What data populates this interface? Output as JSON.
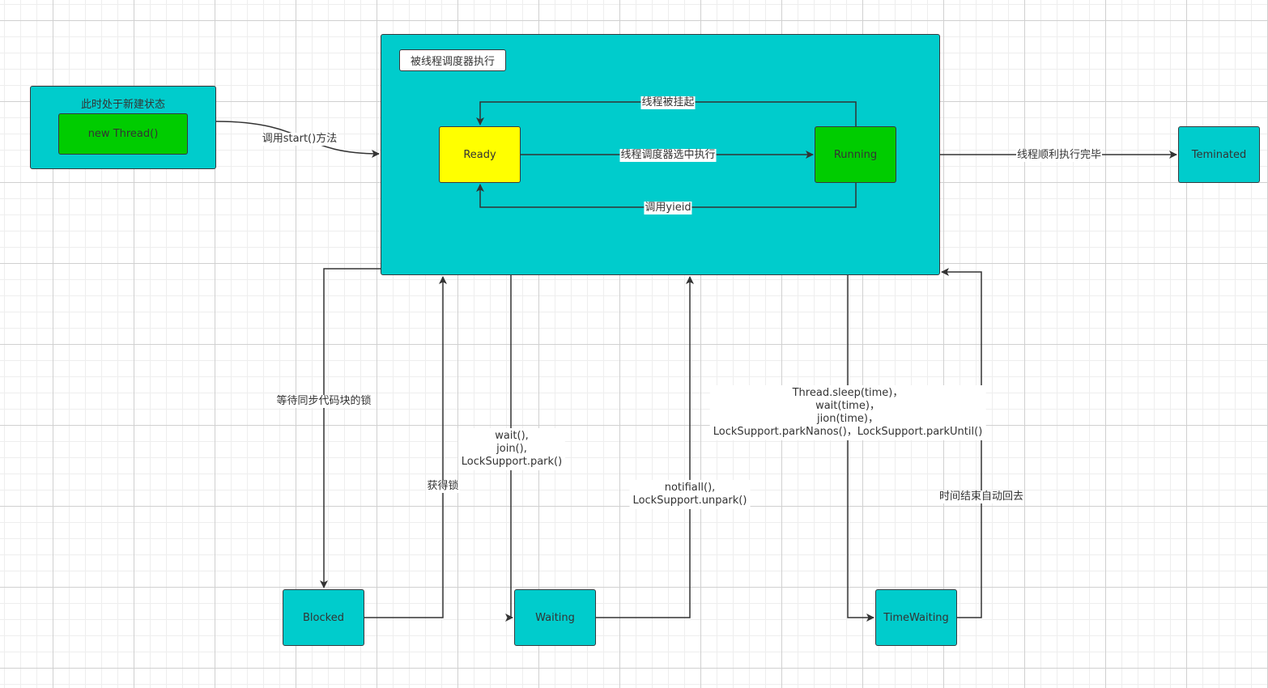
{
  "nodes": {
    "new_state_caption": "此时处于新建状态",
    "new_thread": "new Thread()",
    "scheduler_title": "被线程调度器执行",
    "ready": "Ready",
    "running": "Running",
    "terminated": "Teminated",
    "blocked": "Blocked",
    "waiting": "Waiting",
    "time_waiting": "TimeWaiting"
  },
  "edges": {
    "start": "调用start()方法",
    "suspended": "线程被挂起",
    "selected": "线程调度器选中执行",
    "yield": "调用yieid",
    "finished": "线程顺利执行完毕",
    "wait_lock": "等待同步代码块的锁",
    "got_lock": "获得锁",
    "wait_lines": [
      "wait(),",
      "join(),",
      "LockSupport.park()"
    ],
    "notify_lines": [
      "notifiall(),",
      "LockSupport.unpark()"
    ],
    "timed_lines": [
      "Thread.sleep(time)，",
      "wait(time)，",
      "jion(time)，",
      "LockSupport.parkNanos()，LockSupport.parkUntil()"
    ],
    "time_up": "时间结束自动回去"
  },
  "colors": {
    "teal": "#00cccc",
    "yellow": "#ffff00",
    "green": "#00cc00",
    "edge": "#333333"
  }
}
